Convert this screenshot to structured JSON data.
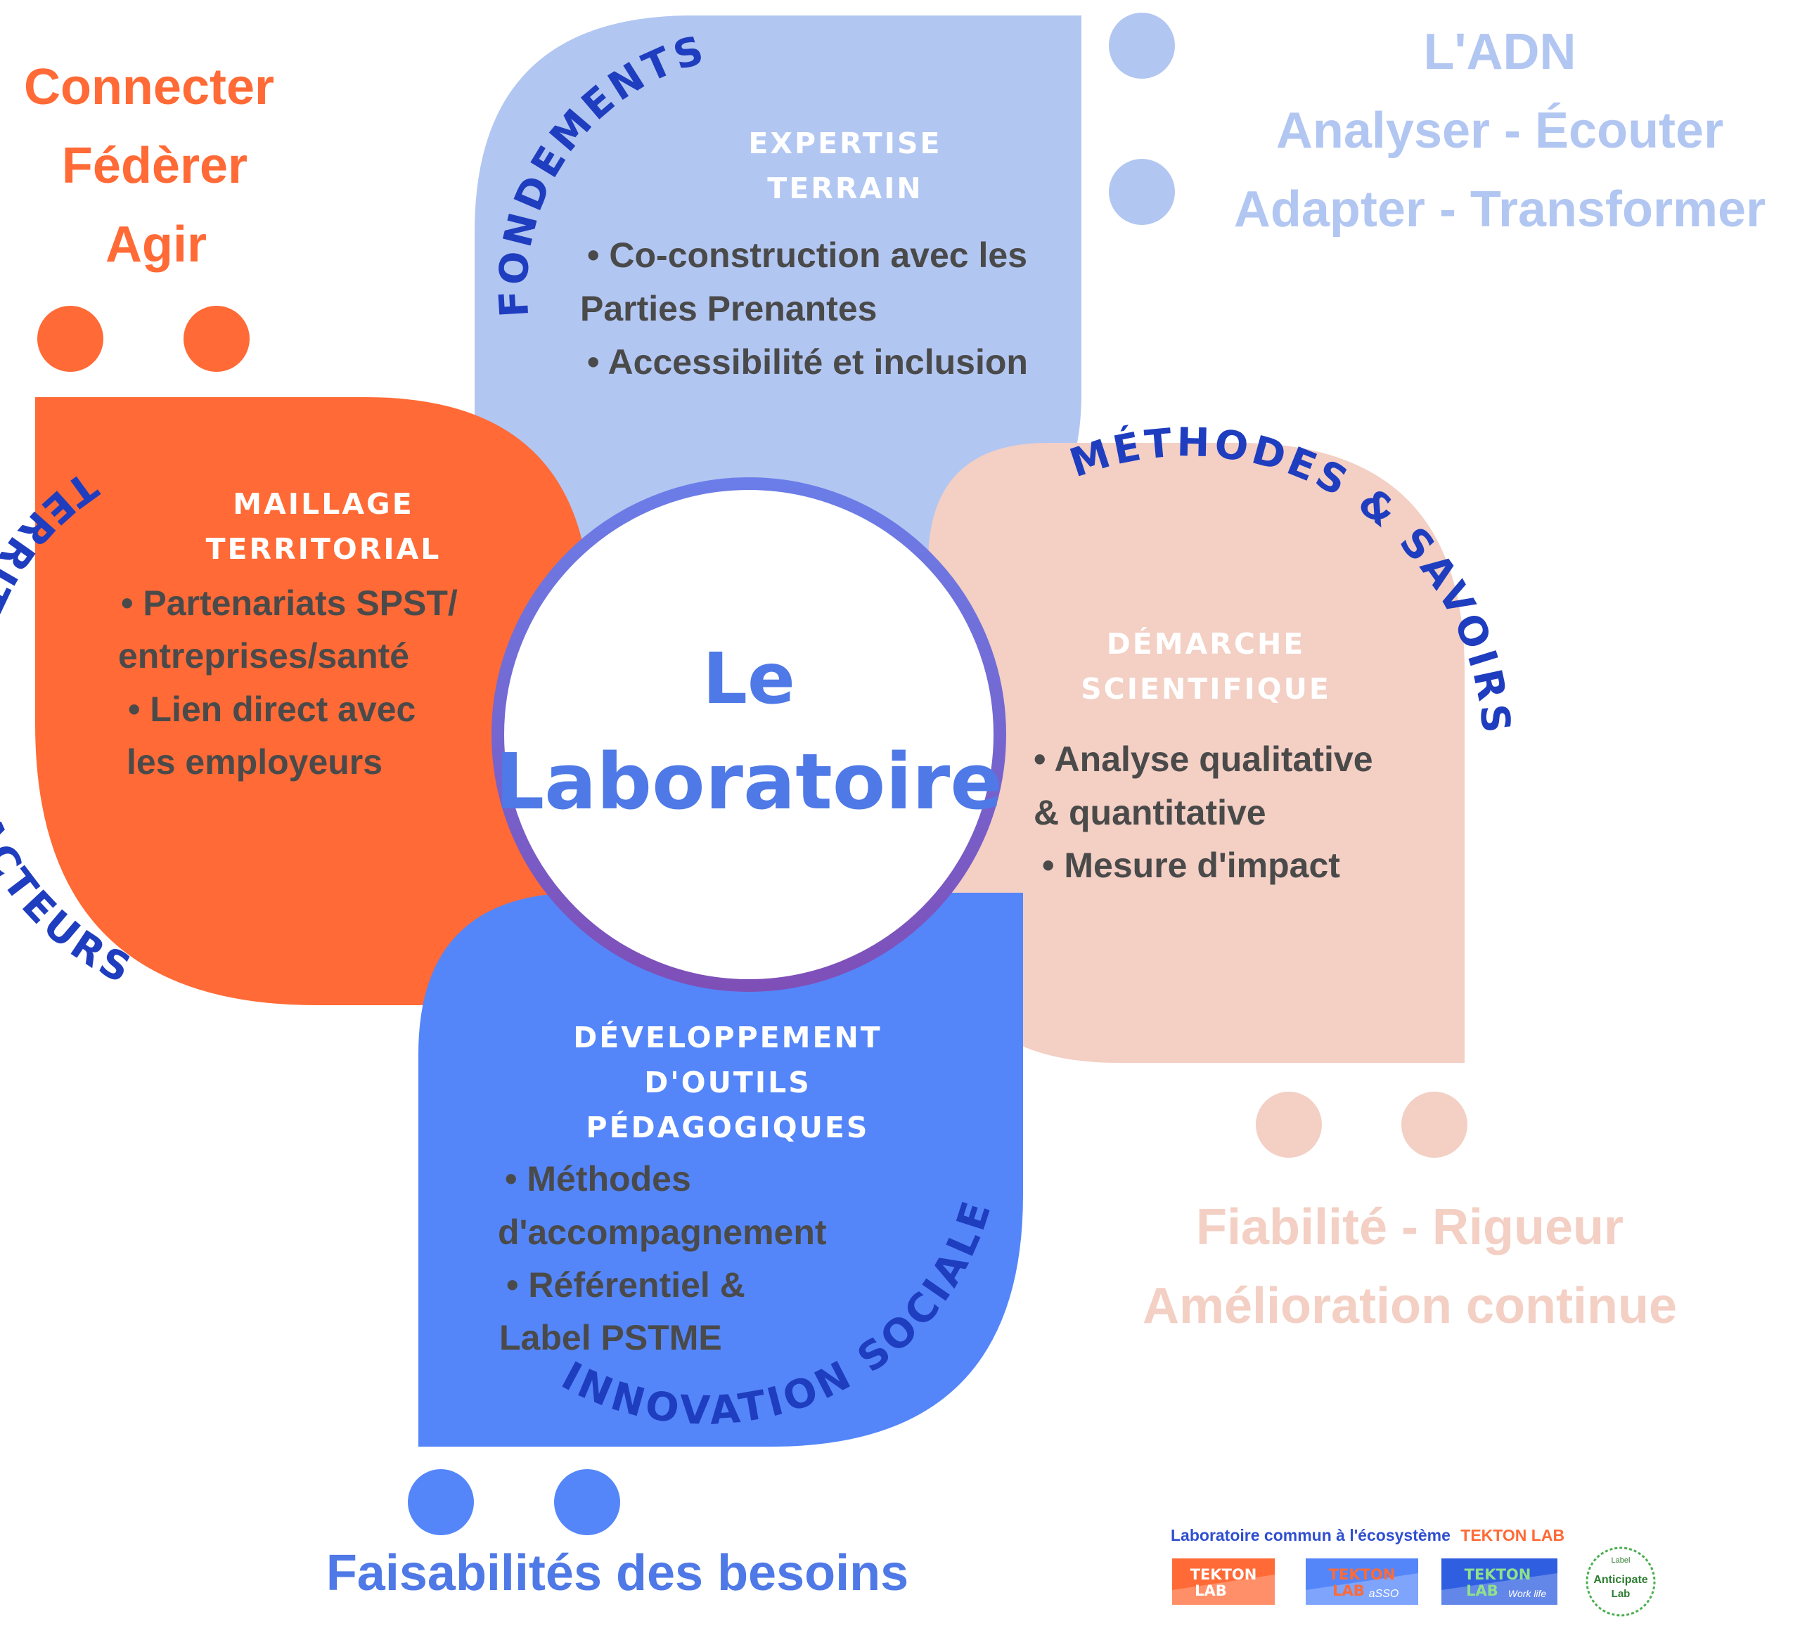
{
  "colors": {
    "orange": "#ff6a36",
    "lightblue": "#b2c6f2",
    "peach": "#f3cfc4",
    "blue": "#5486fa",
    "arc_text": "#1f3dbf",
    "center_text": "#4f79e6",
    "body_text": "#4a4a4a"
  },
  "top_left_words": [
    "Connecter",
    "Fédèrer",
    "Agir"
  ],
  "top_right_words": [
    "L'ADN",
    "Analyser - Écouter",
    "Adapter - Transformer"
  ],
  "bottom_right_words": [
    "Fiabilité - Rigueur",
    "Amélioration continue"
  ],
  "bottom_left_words": [
    "Faisabilités des besoins"
  ],
  "center": {
    "line1": "Le",
    "line2": "Laboratoire"
  },
  "petals": {
    "fondements": {
      "arc_label": "FONDEMENTS",
      "title_lines": [
        "EXPERTISE",
        "TERRAIN"
      ],
      "body_lines": [
        "• Co-construction avec les",
        "Parties Prenantes",
        "• Accessibilité et inclusion"
      ]
    },
    "territoires": {
      "arc_label": "TERRITOIRES & ACTEURS",
      "title_lines": [
        "MAILLAGE",
        "TERRITORIAL"
      ],
      "body_lines": [
        "• Partenariats SPST/",
        "entreprises/santé",
        "• Lien direct avec",
        "les employeurs"
      ]
    },
    "methodes": {
      "arc_label": "MÉTHODES & SAVOIRS",
      "title_lines": [
        "DÉMARCHE",
        "SCIENTIFIQUE"
      ],
      "body_lines": [
        "• Analyse qualitative",
        "& quantitative",
        "• Mesure d'impact"
      ]
    },
    "innovation": {
      "arc_label": "INNOVATION SOCIALE",
      "title_lines": [
        "DÉVELOPPEMENT",
        "D'OUTILS",
        "PÉDAGOGIQUES"
      ],
      "body_lines": [
        "• Méthodes",
        "d'accompagnement",
        "• Référentiel &",
        "Label PSTME"
      ]
    }
  },
  "footer": {
    "prefix": "Laboratoire commun à l'écosystème",
    "brand": "TEKTON LAB",
    "logos": [
      {
        "line1": "TEKTON",
        "line2": "LAB",
        "suffix": ""
      },
      {
        "line1": "TEKTON",
        "line2": "LAB",
        "suffix": "aSSO"
      },
      {
        "line1": "TEKTON",
        "line2": "LAB",
        "suffix": "Work life"
      },
      {
        "line1": "Anticipate",
        "line2": "Lab",
        "suffix": "Label"
      }
    ]
  }
}
